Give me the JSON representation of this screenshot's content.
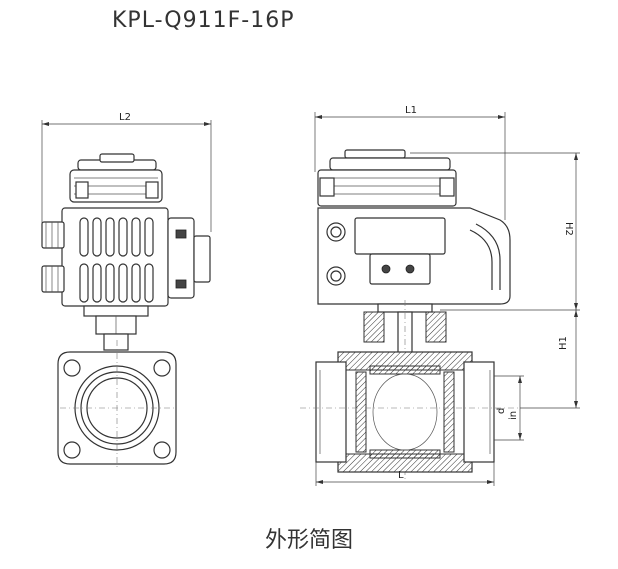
{
  "title": "KPL-Q911F-16P",
  "caption": "外形简图",
  "dimension_labels": {
    "l2": "L2",
    "l1": "L1",
    "h2": "H2",
    "h1": "H1",
    "l": "L",
    "d": "d",
    "in": "in"
  }
}
